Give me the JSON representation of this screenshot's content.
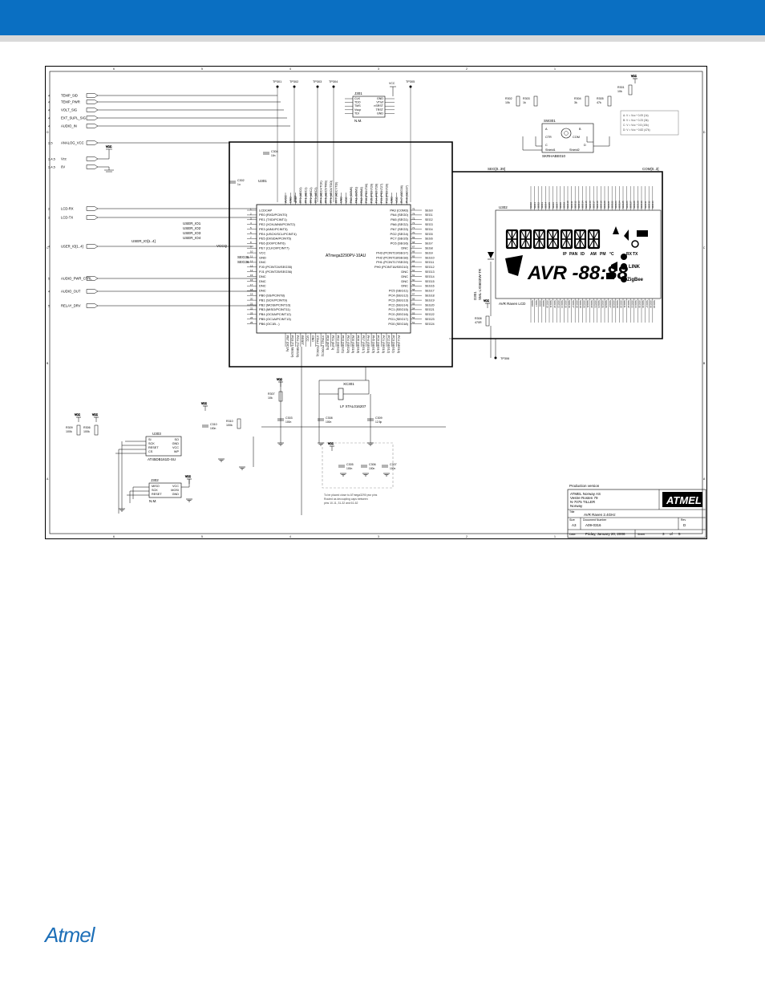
{
  "colors": {
    "header_bar": "#0a6fc2",
    "header_stripe": "#d9d9d9",
    "logo": "#1d6fb8"
  },
  "footer": {
    "logo_text": "Atmel"
  },
  "schematic": {
    "border_cols": [
      "6",
      "5",
      "4",
      "3",
      "2",
      "1"
    ],
    "border_rows": [
      "D",
      "C",
      "B",
      "A"
    ],
    "left_ports": [
      {
        "sheet": "4",
        "name": "TEMP_SID"
      },
      {
        "sheet": "4",
        "name": "TEMP_PWR"
      },
      {
        "sheet": "4",
        "name": "VOLT_SIG"
      },
      {
        "sheet": "4",
        "name": "EXT_SUPL_SIG"
      },
      {
        "sheet": "4",
        "name": "AUDIO_IN"
      },
      {
        "sheet": "2,5",
        "name": "ANALOG_VCC"
      },
      {
        "sheet": "2,4,5",
        "name": "Vcc"
      },
      {
        "sheet": "2,4,5",
        "name": "0V"
      },
      {
        "sheet": "2",
        "name": "LCD-RX"
      },
      {
        "sheet": "2",
        "name": "LCD-TX"
      },
      {
        "sheet": "4",
        "name": "USER_IO[1..4]"
      },
      {
        "sheet": "5",
        "name": "AUDIO_PWR_CTRL"
      },
      {
        "sheet": "4",
        "name": "AUDIO_OUT"
      },
      {
        "sheet": "5",
        "name": "RELAY_DRV"
      }
    ],
    "test_points": [
      "TP301",
      "TP302",
      "TP303",
      "TP304",
      "TP305",
      "TP306"
    ],
    "jtag": {
      "ref": "J301",
      "left": [
        "CLK",
        "TDO",
        "TMS",
        "Vsup",
        "TDI"
      ],
      "right": [
        "GND",
        "VTref",
        "nSRST",
        "TRST",
        "GND"
      ],
      "nm": "N.M."
    },
    "mcu": {
      "ref": "U301",
      "name": "ATmega3290PV-10AU",
      "left_pins": [
        "LCDCAP",
        "PE0 (RXD/PCINT0)",
        "PE1 (TXD/PCINT1)",
        "PE2 (XCK/AIN0/PCINT2)",
        "PE3 (AIN1/PCINT3)",
        "PE4 (USCK/SCL/PCINT4)",
        "PE5 (DI/SDA/PCINT5)",
        "PE6 (DO/PCINT6)",
        "PE7 (CLKO/PCINT7)",
        "VCC",
        "GND",
        "DNC",
        "PJ0 (PCINT24/SEG35)",
        "PJ1 (PCINT25/SEG36)",
        "DNC",
        "DNC",
        "DNC",
        "DNC",
        "PB0 (SS/PCINT8)",
        "PB1 (SCK/PCINT9)",
        "PB2 (MOSI/PCINT10)",
        "PB3 (MISO/PCINT11)",
        "PB4 (OC0A/PCINT12)",
        "PB5 (OC1A/PCINT13)",
        "PB6 (OC1B...)"
      ],
      "right_pins": [
        "PA3 (COM3)",
        "PA4 (SEG0)",
        "PA5 (SEG1)",
        "PA6 (SEG2)",
        "PA7 (SEG3)",
        "PG2 (SEG4)",
        "PC7 (SEG5)",
        "PC6 (SEG6)",
        "DNC",
        "PH3 (PCINT19/SEG7)",
        "PH2 (PCINT18/SEG8)",
        "PH1 (PCINT17/SEG9)",
        "PH0 (PCINT16/SEG10)",
        "DNC",
        "DNC",
        "DNC",
        "DNC",
        "PC5 (SEG11)",
        "PC4 (SEG12)",
        "PC3 (SEG13)",
        "PC2 (SEG14)",
        "PC1 (SEG15)",
        "PC0 (SEG16)",
        "PG1 (SEG17)",
        "PG0 (SEG18)"
      ]
    },
    "lcd": {
      "ref": "U302",
      "name": "AVR Raven LCD",
      "seg_bus": "SEG[0..39]",
      "com_bus": "COM[0..3]",
      "seg_text": "AVR -88:88",
      "icons": [
        "IP",
        "PAN",
        "ID",
        "AM",
        "PM",
        "°C",
        "RX",
        "TX",
        "LINK",
        "ZigBee"
      ]
    },
    "joystick": {
      "ref": "SW301",
      "part": "SKRHABE010",
      "pins": [
        "A",
        "CTR",
        "C",
        "Shield1",
        "B",
        "COM",
        "D",
        "Shield2"
      ]
    },
    "resistors": [
      {
        "ref": "R302",
        "val": "10k"
      },
      {
        "ref": "R303",
        "val": "1k"
      },
      {
        "ref": "R304",
        "val": "3k"
      },
      {
        "ref": "R305",
        "val": "47k"
      },
      {
        "ref": "R301",
        "val": "10k"
      },
      {
        "ref": "R307",
        "val": "10k"
      },
      {
        "ref": "R308",
        "val": "470R"
      },
      {
        "ref": "R309",
        "val": "100k"
      },
      {
        "ref": "R306",
        "val": "100k"
      },
      {
        "ref": "R310",
        "val": "100k"
      }
    ],
    "caps": [
      {
        "ref": "C304",
        "val": "10n"
      },
      {
        "ref": "C302",
        "val": "1u"
      },
      {
        "ref": "C303",
        "val": "100n"
      },
      {
        "ref": "C308",
        "val": "100n"
      },
      {
        "ref": "C309",
        "val": "12.5p"
      },
      {
        "ref": "C310",
        "val": "100n"
      },
      {
        "ref": "C305",
        "val": "100n"
      },
      {
        "ref": "C306",
        "val": "100n"
      },
      {
        "ref": "C307",
        "val": "100n"
      }
    ],
    "crystal": {
      "ref": "XC301",
      "val": "LF XTAL016207"
    },
    "led": {
      "ref": "D301",
      "val": "SML-LX0603IW-TR"
    },
    "flash": {
      "ref": "U303",
      "name": "AT45DB161D-SU",
      "pins": [
        "SI",
        "SCK",
        "RESET",
        "CS",
        "SO",
        "GND",
        "VCC",
        "WP"
      ]
    },
    "isp": {
      "ref": "J302",
      "left": [
        "MISO",
        "SCK",
        "RESET"
      ],
      "right": [
        "VCC",
        "MOSI",
        "GND"
      ],
      "nm": "N.M."
    },
    "joy_note": [
      "A: V = Vcc * 0.09 (1k)",
      "B: V = Vcc * 0.23 (3k)",
      "C: V = Vcc * 0.5 (10k)",
      "D: V = Vcc * 0.82 (47k)"
    ],
    "decoupling_note": [
      "To be placed close to ATmega3290 pwr pins",
      "Routed as decoupling caps between",
      "pins 10-11, 31-32 and 61-62"
    ],
    "net_labels": [
      "USER_IO1",
      "USER_IO2",
      "USER_IO3",
      "USER_IO4",
      "USER_IO[1..4]",
      "VCCQ",
      "SEG35",
      "SEG36",
      "SEG[0..39]",
      "COM[0..3]",
      "VCC"
    ],
    "title_block": {
      "status": "Production version",
      "company": [
        "ATMEL Norway AS",
        "Vestre Rosten 79",
        "N-7075 TILLER",
        "Norway"
      ],
      "title_label": "Title",
      "title": "AVR Raven 2.4GHz",
      "size_label": "Size",
      "size": "A3",
      "docnum_label": "Document Number",
      "docnum": "A09-0316",
      "rev_label": "Rev",
      "rev": "D",
      "date_label": "Date:",
      "date": "Friday, January 20, 2006",
      "sheet_label": "Sheet",
      "sheet": "3",
      "of_label": "of",
      "of": "5",
      "logo": "ATMEL"
    }
  }
}
